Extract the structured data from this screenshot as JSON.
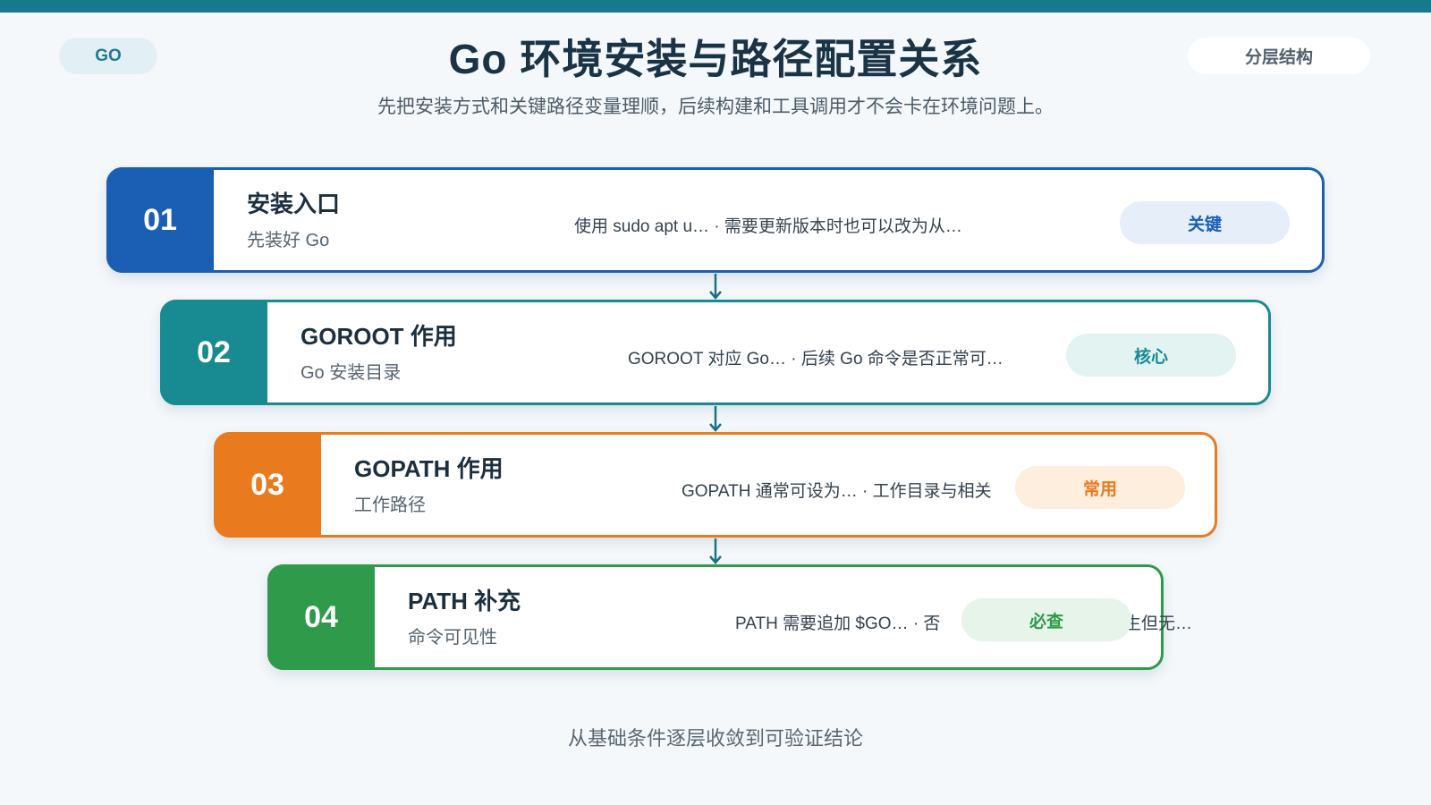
{
  "header": {
    "badge_left": "GO",
    "badge_right": "分层结构",
    "title": "Go 环境安装与路径配置关系",
    "subtitle": "先把安装方式和关键路径变量理顺，后续构建和工具调用才不会卡在环境问题上。"
  },
  "steps": [
    {
      "num": "01",
      "title": "安装入口",
      "subtitle": "先装好 Go",
      "desc": "使用 sudo apt u… · 需要更新版本时也可以改为从…",
      "tag": "关键",
      "color": "#1a5fb4",
      "tag_bg": "#e6eefa",
      "tag_color": "#1a5fb4"
    },
    {
      "num": "02",
      "title": "GOROOT 作用",
      "subtitle": "Go 安装目录",
      "desc": "GOROOT 对应 Go… · 后续 Go 命令是否正常可…",
      "tag": "核心",
      "color": "#178a92",
      "tag_bg": "#e2f3f2",
      "tag_color": "#178a92"
    },
    {
      "num": "03",
      "title": "GOPATH 作用",
      "subtitle": "工作路径",
      "desc": "GOPATH 通常可设为… · 工作目录与相关",
      "tag": "常用",
      "color": "#ea7a1e",
      "tag_bg": "#fdeedd",
      "tag_color": "#ea7a1e"
    },
    {
      "num": "04",
      "title": "PATH 补充",
      "subtitle": "命令可见性",
      "desc": "PATH 需要追加 $GO… · 否",
      "desc_tail": "生但无…",
      "tag": "必查",
      "color": "#2e9a4a",
      "tag_bg": "#e6f4e9",
      "tag_color": "#2e9a4a"
    }
  ],
  "footer": "从基础条件逐层收敛到可验证结论"
}
